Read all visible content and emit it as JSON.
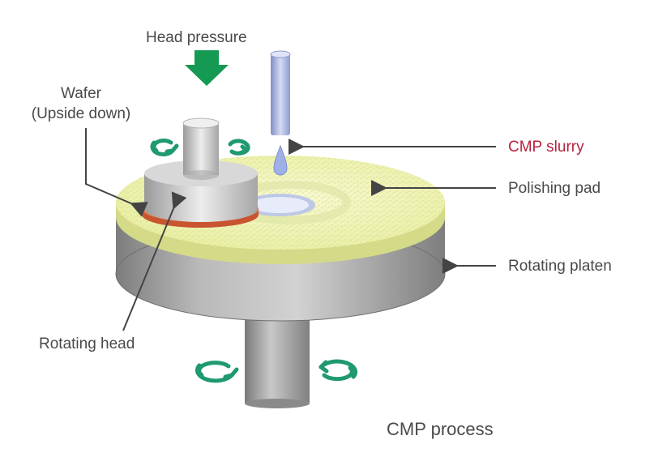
{
  "labels": {
    "head_pressure": "Head pressure",
    "wafer_line1": "Wafer",
    "wafer_line2": "(Upside down)",
    "cmp_slurry": "CMP slurry",
    "polishing_pad": "Polishing pad",
    "rotating_platen": "Rotating platen",
    "rotating_head": "Rotating head"
  },
  "caption": "CMP process",
  "colors": {
    "label_text": "#4a4a4a",
    "slurry_text": "#b8213f",
    "rotation_arrows": "#1f9a6e",
    "pressure_arrow": "#149a52",
    "pad": "#eef2b0",
    "platen": "#9a9a9a",
    "wafer": "#e06a3a",
    "slurry_nozzle": "#a9b6e0"
  },
  "icons": {
    "pressure": "down-arrow-icon",
    "rotation": "rotation-arrows-icon",
    "leader": "left-arrow-icon"
  }
}
